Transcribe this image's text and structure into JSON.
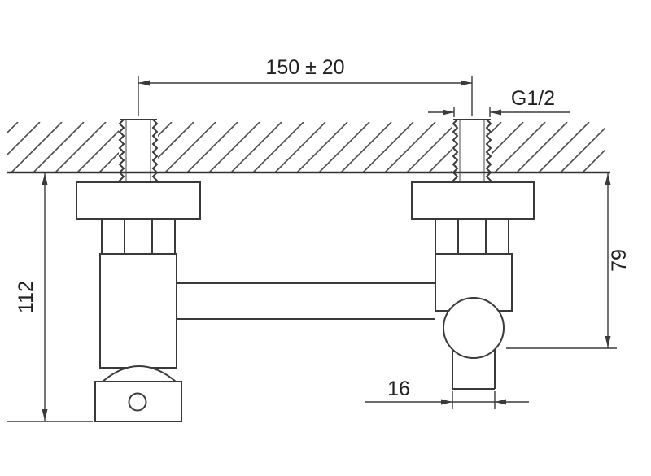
{
  "drawing": {
    "type": "technical-drawing",
    "subject": "wall-mounted shower mixer installation drawing",
    "labels": {
      "center_distance": "150 ± 20",
      "thread_size": "G1/2",
      "overall_height": "112",
      "wall_to_outlet": "79",
      "outlet_width": "16"
    },
    "colors": {
      "line": "#3a3a3a",
      "text": "#1f1f1f",
      "background": "#ffffff"
    }
  }
}
